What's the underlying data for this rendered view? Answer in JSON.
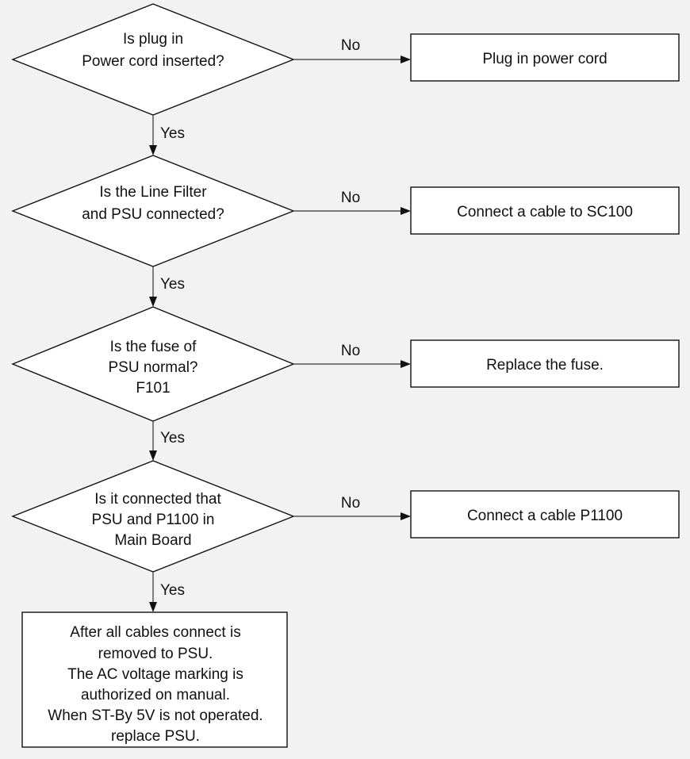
{
  "decisions": [
    {
      "lines": [
        "Is plug in",
        "Power cord inserted?"
      ]
    },
    {
      "lines": [
        "Is the Line Filter",
        "and PSU connected?"
      ]
    },
    {
      "lines": [
        "Is the fuse of",
        "PSU normal?",
        "F101"
      ]
    },
    {
      "lines": [
        "Is it connected that",
        "PSU and P1100 in",
        "Main Board"
      ]
    }
  ],
  "actions": [
    {
      "text": "Plug in power cord"
    },
    {
      "text": "Connect a cable to SC100"
    },
    {
      "text": "Replace the fuse."
    },
    {
      "text": "Connect a cable P1100"
    }
  ],
  "branch_labels": {
    "no": "No",
    "yes": "Yes"
  },
  "final_box": {
    "lines": [
      "After all cables connect is",
      "removed to PSU.",
      "The AC voltage marking is",
      "authorized on manual.",
      "When ST-By 5V is not operated.",
      "replace PSU."
    ]
  },
  "colors": {
    "background": "#f2f2f2",
    "shape_fill": "#ffffff",
    "stroke": "#111111"
  }
}
